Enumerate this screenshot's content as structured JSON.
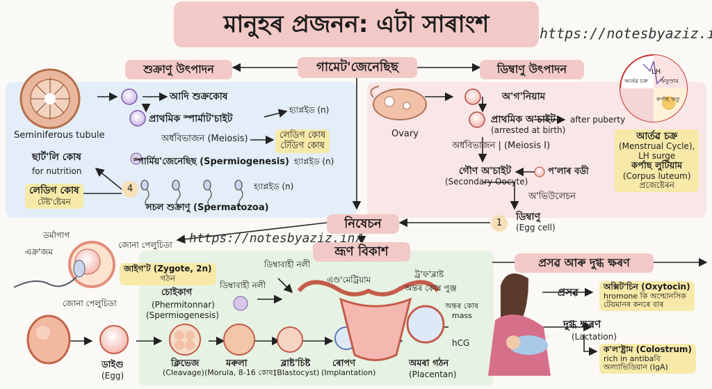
{
  "title": "মানুহৰ প্ৰজনন: এটা সাৰাংশ",
  "watermark": "https://notesbyaziz.in/",
  "colors": {
    "title_bg": "#f2c9c6",
    "pink_box": "#f9e6e6",
    "blue_box": "#e3eef8",
    "green_box": "#e6f2e3",
    "note": "#f7e9a8",
    "accent": "#c9302c"
  },
  "center": {
    "gametogenesis": "গামেট'জেনেছিছ",
    "fertilization": "নিষেচন",
    "embryo": "ভ্ৰূণ বিকাশ"
  },
  "sperm": {
    "header": "শুক্ৰাণু উৎপাদন",
    "tubule": "Seminiferous tubule",
    "sertoli": "ছাৰ্ট'লি কোষ",
    "sertoli_sub": "for nutrition",
    "leydig": "লেডিগ কোষ",
    "leydig_sub": "টেষ্ট'ষ্টেৰন",
    "spermatogonia": "আদি শুক্ৰকোষ",
    "primary": "প্ৰাথমিক স্পাৰ্মাট'চাইট",
    "haploid1": "হ্যাপ্লইড (n)",
    "meiosis": "অৰ্ধবিভাজন (Meiosis)",
    "leydig_note": "লেডিগ কোষ",
    "leydig_note2": "টেডিগ কোষ",
    "spermiogenesis": "স্পাৰ্মিয়'জেনেছিছ (Spermiogenesis)",
    "haploid2": "হ্যাপ্লইড (n)",
    "haploid3": "হ্যাপ্লইড (n)",
    "badge": "4",
    "spermatozoa": "সচল শুক্ৰাণু (Spermatozoa)"
  },
  "ovum": {
    "header": "ডিম্বাণু উৎপাদন",
    "ovary": "Ovary",
    "oogonium": "অ'গ'নিয়াম",
    "primary": "প্ৰাথমিক অ'চাইট",
    "arrested": "(arrested at birth)",
    "puberty": "after puberty",
    "meiosis": "অৰ্ধবিভাজন | (Meiosis I)",
    "secondary": "গৌণ অ'চাইট",
    "secondary_en": "(Secondary Oocyte)",
    "polar": "প'লাৰ বডী",
    "ovulation": "অ'ভিউলেচন",
    "egg": "ডিম্বাণু",
    "egg_en": "(Egg cell)",
    "badge": "1",
    "cycle_title": "আৰ্তৱ চক্ৰ",
    "cycle_en": "(Menstrual Cycle),",
    "cycle_lh": "LH surge",
    "luteum": "কৰ্পাছ লুটিয়াম",
    "luteum_en": "(Corpus luteum)",
    "progesterone": "প্ৰজেষ্টেৰন",
    "wheel_lh": "LH",
    "wheel_cycle": "আৰ্তৱ চক্ৰ",
    "wheel_a": "ঋতুস্ৰাৱ",
    "wheel_b": "কৰ্পাছ ঋতু"
  },
  "fert": {
    "acrosome": "ডৰ্মাগাগ",
    "acrosome2": "এক্ৰ'জম",
    "zona1": "জোনা পেলুচিডা",
    "zona2": "জোনা পেলুচিডা",
    "zygote": "জাইগ'ট (Zygote, 2n)",
    "zygote_sub": "গঠন",
    "fallopian": "ডিম্বাবাহী নলী"
  },
  "embryo": {
    "endometrium": "এণ্ড'মেট্ৰিয়াম",
    "trophoblast": "ট্ৰ'ফ'ব্লাষ্ট",
    "inner_mass": "অন্তৰ কোষ পুঞ্জ",
    "inner_mass2": "অন্তৰ কোষ",
    "inner_mass2b": "mass",
    "tube2": "ডিম্বাবাহী নলী",
    "morula_lbl": "চোইকাগ",
    "morula_en": "(Phermitonnar)",
    "morula_en2": "(Spermiogenesis)",
    "hcg": "hCG",
    "stages": [
      {
        "bn": "ডাইগু",
        "en": "(Egg)"
      },
      {
        "bn": "ক্লিভেজ",
        "en": "(Cleavage)"
      },
      {
        "bn": "মৰুলা",
        "en": "(Morula, 8-16 কোষ)"
      },
      {
        "bn": "ব্লাষ্ট'চিষ্ট",
        "en": "(Blastocyst)"
      },
      {
        "bn": "ৰোপণ",
        "en": "(Implantation)"
      },
      {
        "bn": "অমৰা গঠন",
        "en": "(Placentan)"
      }
    ]
  },
  "birth": {
    "header": "প্ৰসৱ আৰু দুগ্ধ ক্ষৰণ",
    "parturition": "প্ৰসৱ",
    "oxytocin": "অক্সিট'চিন (Oxytocin)",
    "oxy1": "hromone কি অল্মোনসিক",
    "oxy2": "টেয়মানৰ কনৰে বাৰ",
    "lactation": "দুগ্ধ ক্ষৰণ",
    "lactation_en": "(Lactation)",
    "colostrum": "ক'ল'ষ্ট্ৰাম (Colostrum)",
    "col1": "rich in antibaবি",
    "col2": "অল্যাভিডিয়ান (IgA)"
  }
}
